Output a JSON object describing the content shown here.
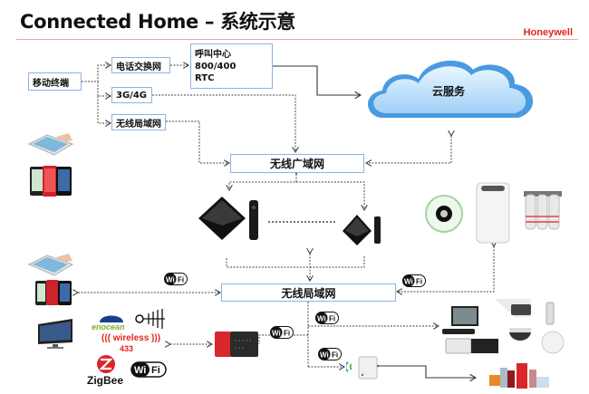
{
  "header": {
    "title": "Connected Home – 系统示意",
    "brand": "Honeywell"
  },
  "colors": {
    "brand_red": "#e1251b",
    "box_border": "#8eb1e6",
    "cloud_blue": "#5aa9ec",
    "rule": "#f2a3a3"
  },
  "nodes": {
    "mobile_terminal": "移动终端",
    "phone_switch": "电话交换网",
    "cellular": "3G/4G",
    "wlan_top": "无线局域网",
    "call_center": [
      "呼叫中心",
      "800/400",
      "RTC"
    ],
    "cloud": "云服务",
    "wan": "无线广域网",
    "lan": "无线局域网"
  },
  "protocols": {
    "enocean": "enocean",
    "wireless": "wireless",
    "wireless_freq": "433",
    "zigbee": "ZigBee",
    "wifi_badge": "WiFi"
  },
  "devices": {
    "left": [
      "tablet",
      "smartphones",
      "smartphones",
      "smart-tv"
    ],
    "settop": [
      "set-top-box-large",
      "set-top-box-small"
    ],
    "appliances": [
      "thermostat",
      "air-purifier",
      "water-filter"
    ],
    "security": [
      "nvr-monitor",
      "ip-camera",
      "door-lock",
      "dome-camera",
      "smoke-detector"
    ],
    "gateway": "honeywell-gateway",
    "smart_plug": "smart-plug",
    "home_appliances": "home-appliances"
  }
}
